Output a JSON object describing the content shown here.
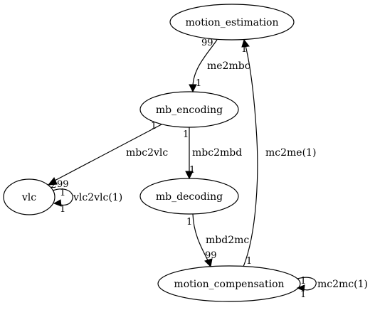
{
  "nodes": {
    "motion_estimation": "motion_estimation",
    "mb_encoding": "mb_encoding",
    "vlc": "vlc",
    "mb_decoding": "mb_decoding",
    "motion_compensation": "motion_compensation"
  },
  "edges": {
    "me2mbc": {
      "label": "me2mbc",
      "tail": "99",
      "head": "1"
    },
    "mbc2vlc": {
      "label": "mbc2vlc",
      "tail": "1",
      "head": "99"
    },
    "mbc2mbd": {
      "label": "mbc2mbd",
      "tail": "1",
      "head": "1"
    },
    "mbd2mc": {
      "label": "mbd2mc",
      "tail": "1",
      "head": "99"
    },
    "mc2me": {
      "label": "mc2me(1)",
      "tail": "1",
      "head": "1"
    },
    "vlc2vlc": {
      "label": "vlc2vlc(1)",
      "tail": "1",
      "head": "1",
      "extra": "2"
    },
    "mc2mc": {
      "label": "mc2mc(1)",
      "tail": "1",
      "head": "1"
    }
  }
}
